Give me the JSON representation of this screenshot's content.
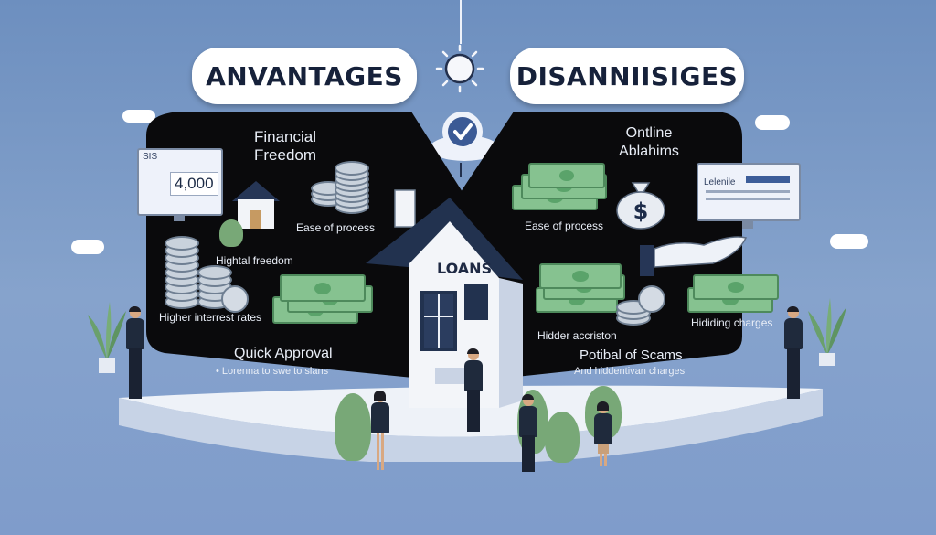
{
  "headers": {
    "left": "ANVANTAGES",
    "right": "DISANNIISIGES"
  },
  "left_panel": {
    "financial_freedom": "Financial\nFreedom",
    "monitor_value": "4,000",
    "monitor_tag": "SIS",
    "ease_of_process": "Ease of process",
    "hightal_freedom": "Hightal freedom",
    "higher_interest": "Higher interrest rates",
    "quick_approval": "Quick Approval",
    "quick_approval_sub": "• Lorenna to swe to slans"
  },
  "right_panel": {
    "ontline": "Ontline\nAblahims",
    "ease_of_process": "Ease of process",
    "monitor_tag": "Lelenile",
    "hidder": "Hidder accriston",
    "hiding_charges": "Hididing charges",
    "potential_scams": "Potibal of Scams",
    "hidden_charges": "And hiddentivan charges"
  },
  "house": {
    "sign": "LOANS"
  },
  "icons": {
    "sun": "sun-icon",
    "check": "check-cloud-icon",
    "money_bag": "money-bag-icon",
    "hand": "hand-icon"
  },
  "colors": {
    "background": "#7f9ccb",
    "panel": "#0a0a0c",
    "accent_green": "#86c290",
    "header_text": "#16213a"
  }
}
